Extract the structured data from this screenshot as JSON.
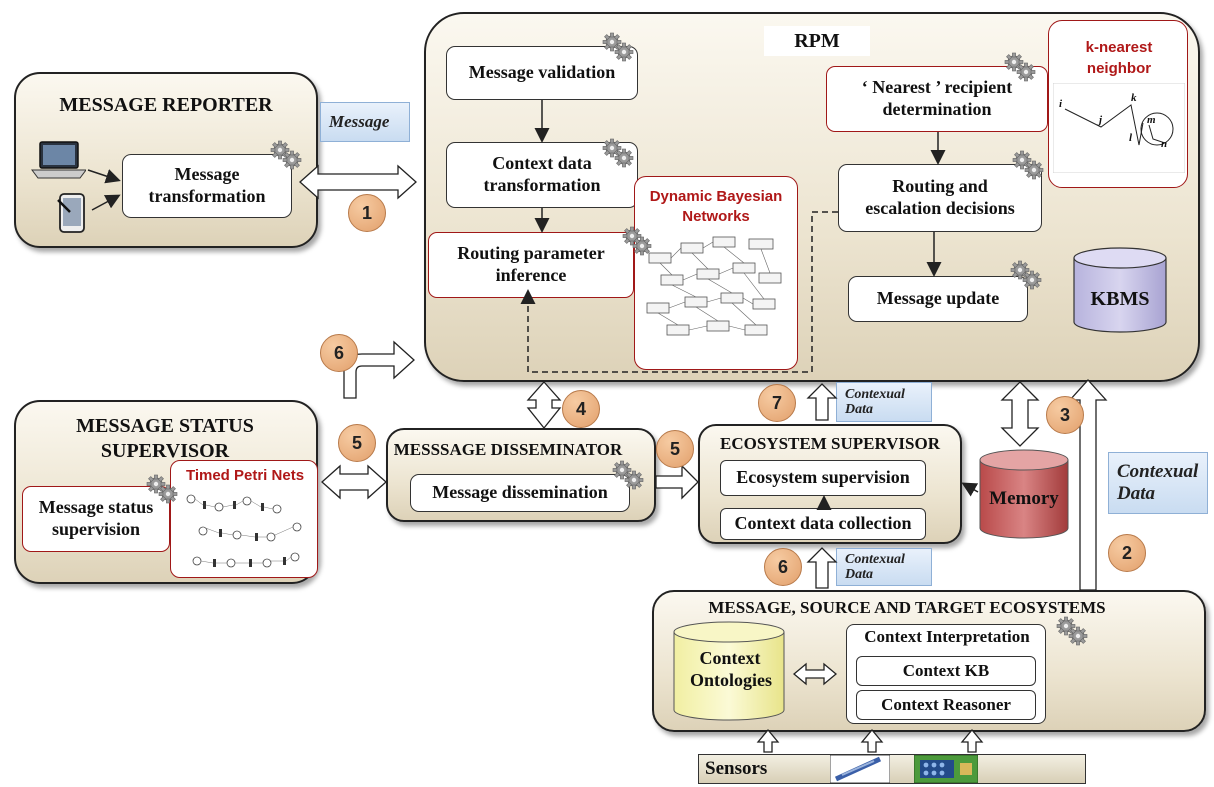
{
  "rpm": {
    "title": "RPM"
  },
  "message_reporter": {
    "title": "MESSAGE REPORTER",
    "transform": "Message transformation"
  },
  "message_note": "Message",
  "rpm_boxes": {
    "validation": "Message validation",
    "context_transform": "Context data transformation",
    "routing_param": "Routing parameter inference",
    "nearest": "‘ Nearest ’ recipient determination",
    "routing_escalation": "Routing and escalation decisions",
    "message_update": "Message update",
    "kbms": "KBMS"
  },
  "dbn": {
    "title": "Dynamic Bayesian Networks"
  },
  "knn": {
    "title": "k-nearest neighbor",
    "labels": [
      "i",
      "j",
      "k",
      "l",
      "m",
      "n"
    ]
  },
  "status_supervisor": {
    "title": "MESSAGE STATUS SUPERVISOR",
    "box": "Message status supervision",
    "petri": "Timed Petri Nets"
  },
  "disseminator": {
    "title": "MESSSAGE DISSEMINATOR",
    "box": "Message dissemination"
  },
  "eco_supervisor": {
    "title": "ECOSYSTEM SUPERVISOR",
    "supervision": "Ecosystem supervision",
    "collection": "Context data collection"
  },
  "memory": "Memory",
  "ecosystems": {
    "title": "MESSAGE, SOURCE AND TARGET ECOSYSTEMS",
    "ontologies": "Context Ontologies",
    "interpretation": "Context Interpretation",
    "kb": "Context KB",
    "reasoner": "Context Reasoner"
  },
  "sensors": "Sensors",
  "contextual_notes": {
    "line1": "Contexual",
    "line2": "Data"
  },
  "steps": {
    "s1": "1",
    "s2": "2",
    "s3": "3",
    "s4": "4",
    "s5a": "5",
    "s5b": "5",
    "s6a": "6",
    "s6b": "6",
    "s7": "7"
  }
}
